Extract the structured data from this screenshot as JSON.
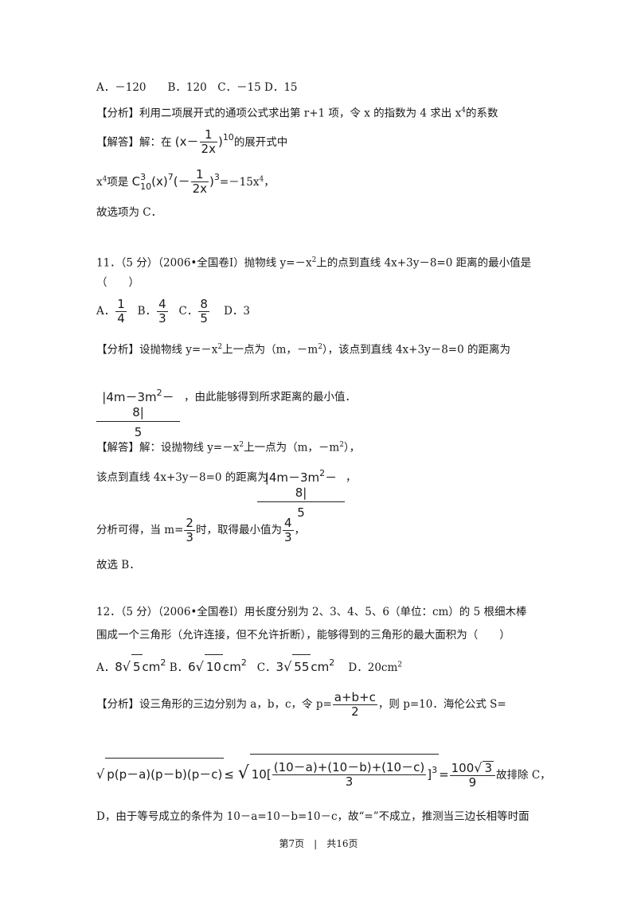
{
  "q10": {
    "options": "A．－120　　B．120　C．－15 D．15",
    "analysis_label": "【分析】",
    "analysis_text": "利用二项展开式的通项公式求出第 r+1 项，令 x 的指数为 4 求出 x",
    "analysis_sup": "4",
    "analysis_tail": "的系数",
    "solution_label": "【解答】",
    "solution_intro": "解：在",
    "expr_open": "(x－",
    "expr_num": "1",
    "expr_den": "2x",
    "expr_close": ")",
    "expr_exp": "10",
    "solution_tail": "的展开式中",
    "term_x": "x",
    "term_xexp": "4",
    "term_mid": "项是",
    "term_C": "C",
    "term_Csup": "3",
    "term_Csub": "10",
    "term_xpow": "(x)",
    "term_xpow_exp": "7",
    "term_open": "(－",
    "term_num": "1",
    "term_den": "2x",
    "term_close": ")",
    "term_close_exp": "3",
    "term_eq": "=－15x",
    "term_eq_exp": "4",
    "term_end": "，",
    "answer": "故选项为 C．"
  },
  "q11": {
    "stem": "11．（5 分）（2006•全国卷Ⅰ）抛物线 y=－x",
    "stem_sup": "2",
    "stem_tail": "上的点到直线 4x+3y－8=0 距离的最小值是",
    "blank": "（　　）",
    "opt_a": "A．",
    "opt_a_num": "1",
    "opt_a_den": "4",
    "opt_b": "B．",
    "opt_b_num": "4",
    "opt_b_den": "3",
    "opt_c": "C．",
    "opt_c_num": "8",
    "opt_c_den": "5",
    "opt_d": "D．3",
    "analysis_label": "【分析】",
    "analysis_text": "设抛物线 y=－x",
    "analysis_sup": "2",
    "analysis_mid": "上一点为（m，－m",
    "analysis_sup2": "2",
    "analysis_tail": "），该点到直线 4x+3y－8=0 的距离为",
    "dist_num": "|4m－3m",
    "dist_num_exp": "2",
    "dist_num_tail": "－8|",
    "dist_den": "5",
    "dist_after": "，由此能够得到所求距离的最小值．",
    "solution_label": "【解答】",
    "solution_text": "解：设抛物线 y=－x",
    "solution_sup": "2",
    "solution_mid": "上一点为（m，－m",
    "solution_sup2": "2",
    "solution_tail": "），",
    "line2_text": "该点到直线 4x+3y－8=0 的距离为",
    "line2_num": "|4m－3m",
    "line2_num_exp": "2",
    "line2_num_tail": "－8|",
    "line2_den": "5",
    "line2_end": "，",
    "line3_text": "分析可得，当 m=",
    "line3_num": "2",
    "line3_den": "3",
    "line3_mid": "时，取得最小值为",
    "line3_num2": "4",
    "line3_den2": "3",
    "line3_end": "，",
    "answer": "故选 B．"
  },
  "q12": {
    "stem1": "12．（5 分）（2006•全国卷Ⅰ）用长度分别为 2、3、4、5、6（单位：cm）的 5 根细木棒",
    "stem2": "围成一个三角形（允许连接，但不允许折断），能够得到的三角形的最大面积为（　　）",
    "opt_a": "A．",
    "opt_a_coef": "8",
    "opt_a_rad": "5",
    "opt_a_unit": "cm",
    "opt_a_exp": "2",
    "opt_b": "B．",
    "opt_b_coef": "6",
    "opt_b_rad": "10",
    "opt_b_unit": "cm",
    "opt_b_exp": "2",
    "opt_c": "C．",
    "opt_c_coef": "3",
    "opt_c_rad": "55",
    "opt_c_unit": "cm",
    "opt_c_exp": "2",
    "opt_d": "D．20cm",
    "opt_d_exp": "2",
    "analysis_label": "【分析】",
    "analysis_text": "设三角形的三边分别为 a，b，c，令 p=",
    "p_num": "a+b+c",
    "p_den": "2",
    "analysis_tail": "，则 p=10．海伦公式 S=",
    "heron_left": "p(p－a)(p－b)(p－c)",
    "heron_le": "≤",
    "heron_in_coef": "10[",
    "heron_in_num": "(10－a)+(10－b)+(10－c)",
    "heron_in_den": "3",
    "heron_in_close": "]",
    "heron_in_exp": "3",
    "heron_eq": "=",
    "heron_res_num": "100",
    "heron_res_rad": "3",
    "heron_res_den": "9",
    "heron_tail": "故排除 C，",
    "last_line": "D，由于等号成立的条件为 10－a=10－b=10－c，故“=”不成立，推测当三边长相等时面"
  },
  "footer": "第7页　|　共16页"
}
